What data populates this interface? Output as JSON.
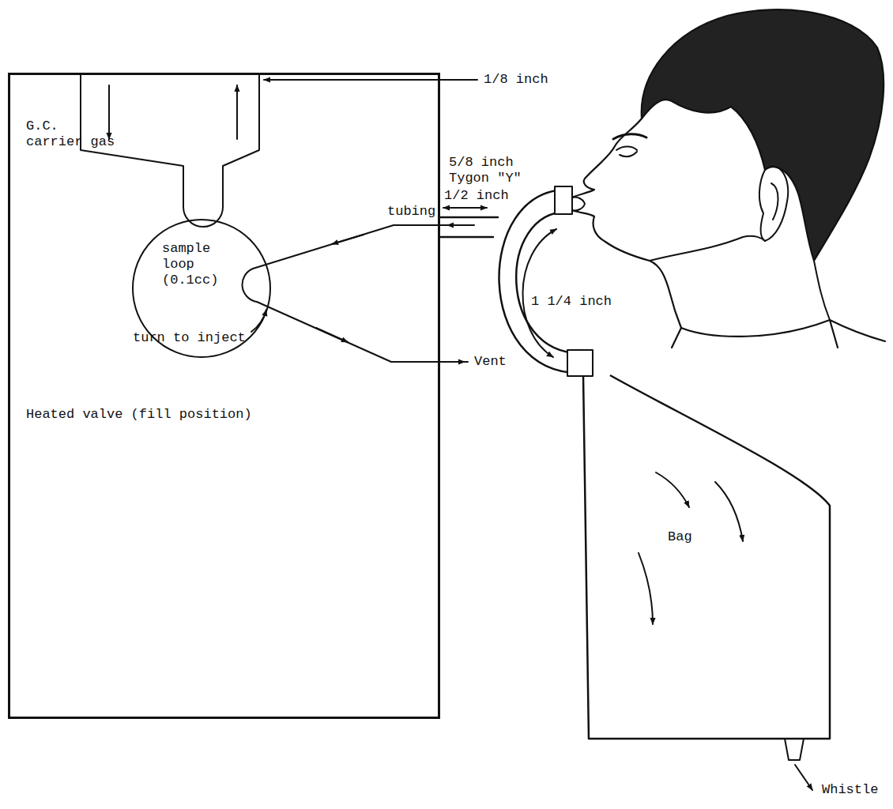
{
  "diagram": {
    "nodes": [
      {
        "text": [
          "G.C. carrier gas",
          "Heated valve (fill position)"
        ]
      },
      {
        "text": [
          "sample loop (0.1cc)"
        ],
        "in": 0
      },
      {
        "text": [
          "Bag"
        ]
      }
    ],
    "labels": [
      "5/8 inch Tygon \"Y\"",
      "1/8 inch",
      "tubing",
      "1/2 inch",
      "1 1/4 inch",
      "turn to inject",
      "Vent",
      "Whistle"
    ]
  }
}
